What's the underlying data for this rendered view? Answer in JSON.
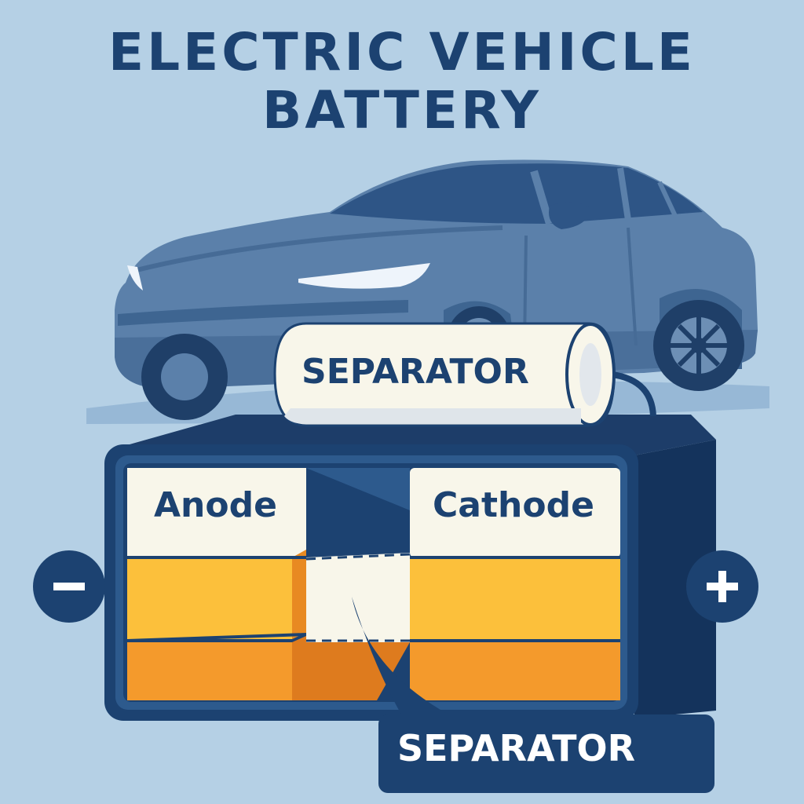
{
  "title": {
    "line1": "ELECTRIC VEHICLE",
    "line2": "BATTERY"
  },
  "labels": {
    "anode": "Anode",
    "cathode": "Cathode",
    "separator_top": "SEPARATOR",
    "separator_bottom": "SEPARATOR"
  },
  "terminals": {
    "negative": "−",
    "positive": "+"
  },
  "colors": {
    "background": "#b5d0e5",
    "navy": "#1c4271",
    "car_body": "#5b80aa",
    "electrode_top": "#f8f6ea",
    "electrode_yellow": "#fcc03b",
    "electrode_orange": "#f49a2c"
  },
  "icons": {
    "car": "electric-car-icon",
    "separator_cylinder": "separator-roll-icon",
    "negative_terminal": "minus-terminal-icon",
    "positive_terminal": "plus-terminal-icon"
  }
}
